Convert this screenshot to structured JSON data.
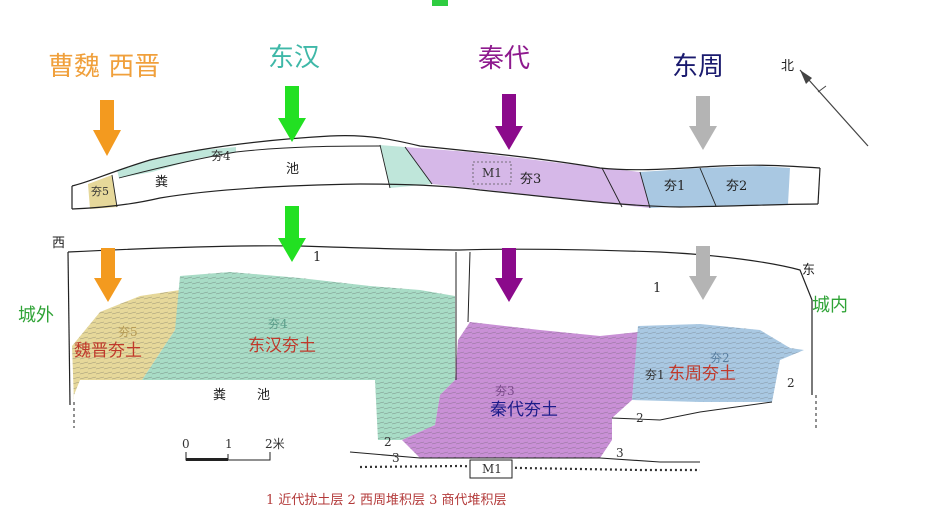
{
  "top_marker_color": "#2ecc40",
  "periods": {
    "wei_jin": {
      "label": "曹魏 西晋",
      "color": "#f0a03c"
    },
    "dong_han": {
      "label": "东汉",
      "color": "#3fb8a8"
    },
    "qin": {
      "label": "秦代",
      "color": "#8e1a8e"
    },
    "dong_zhou": {
      "label": "东周",
      "color": "#1a1a6e"
    }
  },
  "arrow_colors": {
    "wei_jin": "#f39a1f",
    "dong_han": "#22e022",
    "qin": "#8b0a8b",
    "dong_zhou": "#b4b4b4"
  },
  "compass": {
    "north": "北"
  },
  "plan": {
    "hang5": "夯5",
    "hang4": "夯4",
    "fenchi_1": "粪",
    "fenchi_2": "池",
    "m1": "M1",
    "hang3": "夯3",
    "hang1": "夯1",
    "hang2": "夯2"
  },
  "section": {
    "west": "西",
    "east": "东",
    "outside": "城外",
    "inside": "城内",
    "layer1_a": "1",
    "layer1_b": "1",
    "hang5": "夯5",
    "weijin_label": "魏晋夯土",
    "hang4": "夯4",
    "donghan_label": "东汉夯土",
    "fenchi_1": "粪",
    "fenchi_2": "池",
    "hang3": "夯3",
    "qin_label": "秦代夯土",
    "hang1": "夯1",
    "hang2": "夯2",
    "dongzhou_label": "东周夯土",
    "layer2_a": "2",
    "layer2_b": "2",
    "layer2_c": "2",
    "layer3_a": "3",
    "layer3_b": "3",
    "m1": "M1"
  },
  "scale": {
    "zero": "0",
    "one": "1",
    "two": "2米"
  },
  "legend": "1 近代扰土层  2 西周堆积层  3 商代堆积层",
  "colors": {
    "weijin": "#e6d89a",
    "donghan": "#a8dcc6",
    "qin": "#c990d6",
    "dongzhou": "#a9c8e2",
    "plan_qin": "#d6b8e8",
    "plan_han": "#bfe6da"
  }
}
